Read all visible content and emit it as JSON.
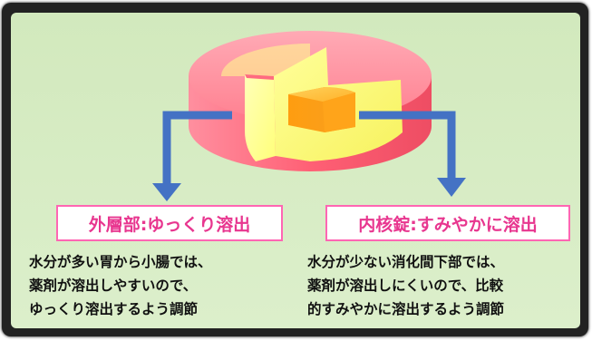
{
  "colors": {
    "panel_background": "#d6ebc2",
    "frame": "#222222",
    "outer_layer": "#ff6b80",
    "inner_layer": "#ffff8a",
    "core": "#ffaa1f",
    "arrow": "#4472c4",
    "label_border": "#ff66b3",
    "label_text": "#e8368f"
  },
  "left": {
    "label": "外層部:ゆっくり溶出",
    "description": [
      "水分が多い胃から小腸では、",
      "薬剤が溶出しやすいので、",
      "ゆっくり溶出するよう調節"
    ]
  },
  "right": {
    "label": "内核錠:すみやかに溶出",
    "description": [
      "水分が少ない消化間下部では、",
      "薬剤が溶出しにくいので、比較",
      "的すみやかに溶出するよう調節"
    ]
  }
}
